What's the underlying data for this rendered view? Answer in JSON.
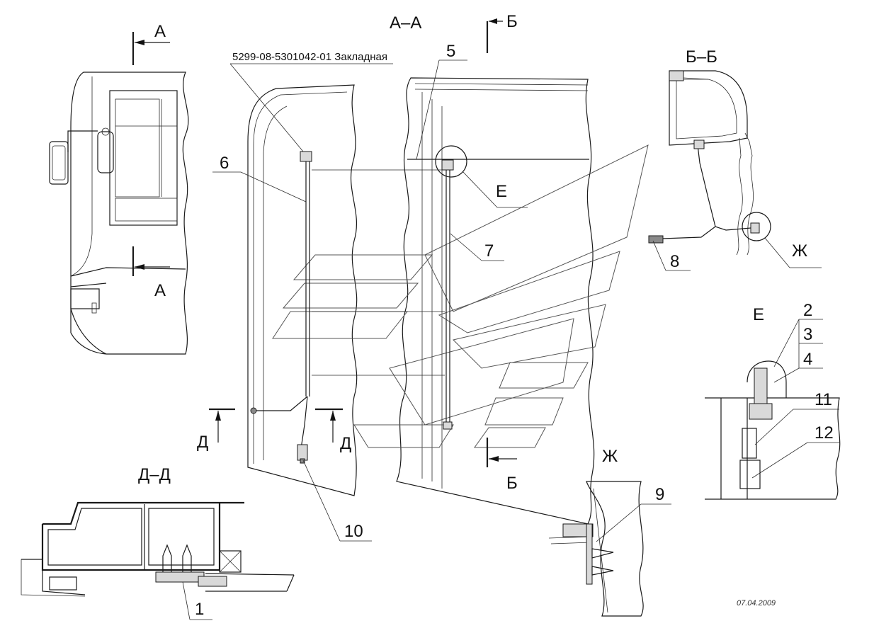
{
  "views": {
    "aa": "А–А",
    "bb": "Б–Б",
    "dd": "Д–Д",
    "e": "Е",
    "zh": "Ж"
  },
  "cut_marks": {
    "a_top": "А",
    "a_bottom": "А",
    "b_top": "Б",
    "b_bottom": "Б",
    "d_left": "Д",
    "d_right": "Д"
  },
  "callouts": {
    "part_note": "5299-08-5301042-01 Закладная",
    "p1": "1",
    "p2": "2",
    "p3": "3",
    "p4": "4",
    "p5": "5",
    "p6": "6",
    "p7": "7",
    "p8": "8",
    "p9": "9",
    "p10": "10",
    "p11": "11",
    "p12": "12",
    "detail_e": "Е",
    "detail_zh": "Ж"
  },
  "date": "07.04.2009"
}
